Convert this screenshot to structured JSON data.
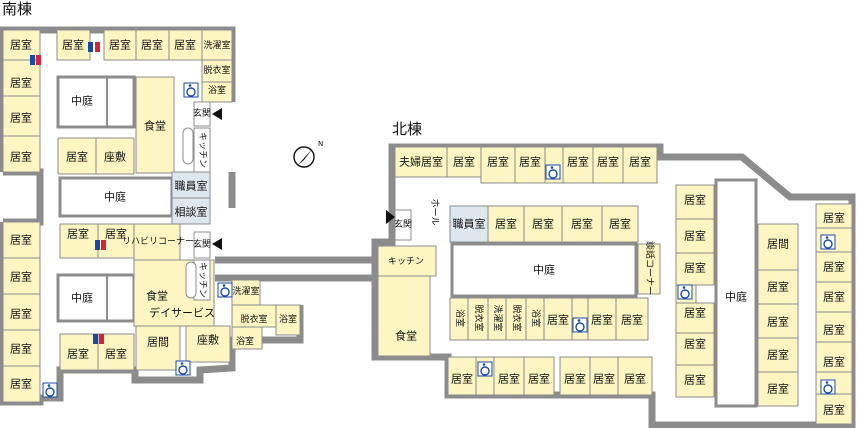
{
  "buildings": {
    "south": "南棟",
    "north": "北棟"
  },
  "labels": {
    "resident_room": "居室",
    "couple_room": "夫婦居室",
    "courtyard": "中庭",
    "dining": "食堂",
    "zashiki": "座敷",
    "laundry": "洗濯室",
    "dressing": "脱衣室",
    "bath": "浴室",
    "entrance": "玄関",
    "kitchen": "キッチン",
    "staff_room": "職員室",
    "consult_room": "相談室",
    "rehab_corner": "リハビリコーナー",
    "day_service": "デイサービス",
    "living": "居間",
    "hall": "ホール",
    "talk_corner": "談話コーナー"
  },
  "compass": {
    "mark": "N"
  },
  "colors": {
    "room_fill": "#fdf6c3",
    "staff_fill": "#dfe7ee",
    "wall": "#8c8c8c",
    "accessible_icon": "#1a4aa8",
    "restroom_male": "#1a4aa8",
    "restroom_female": "#d6233c"
  },
  "icons": [
    "wheelchair-icon",
    "restroom-icon",
    "entrance-arrow-icon",
    "compass-icon"
  ]
}
